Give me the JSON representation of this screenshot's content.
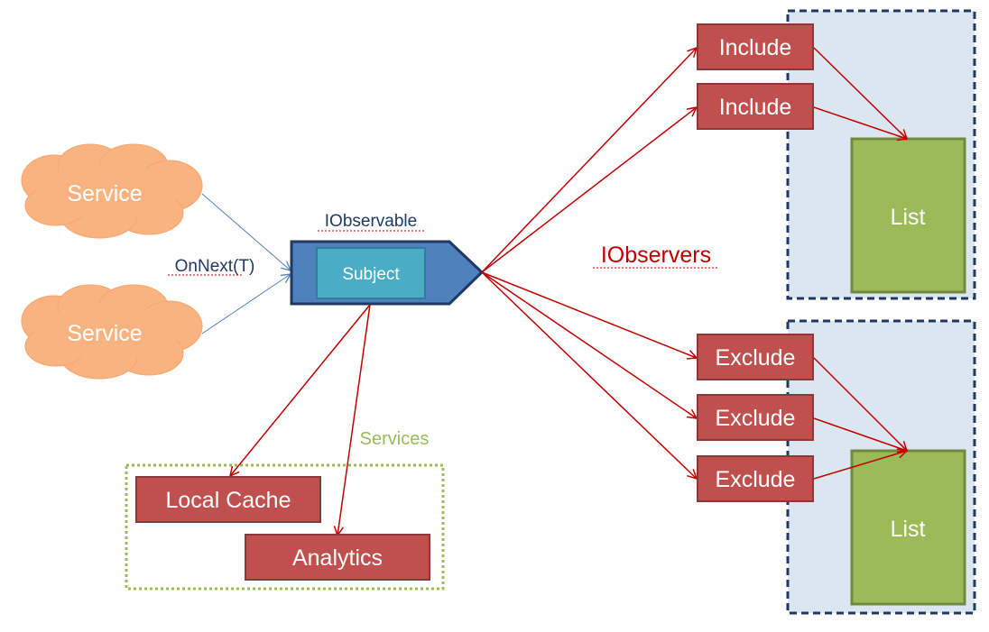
{
  "labels": {
    "iobservable": "IObservable",
    "onnext": "OnNext(T)",
    "iobservers": "IObservers",
    "services_group": "Services"
  },
  "nodes": {
    "service_top": "Service",
    "service_bottom": "Service",
    "subject": "Subject",
    "include_1": "Include",
    "include_2": "Include",
    "exclude_1": "Exclude",
    "exclude_2": "Exclude",
    "exclude_3": "Exclude",
    "list_top": "List",
    "list_bottom": "List",
    "local_cache": "Local Cache",
    "analytics": "Analytics"
  },
  "colors": {
    "cloud_fill": "#f9b380",
    "observable_fill": "#4f81bd",
    "subject_fill": "#4bacc6",
    "observer_fill": "#c0504d",
    "list_fill": "#9bbb59",
    "group_fill": "#dce6f1",
    "group_border": "#1f3864",
    "services_border": "#9bbb59",
    "arrow_red": "#c00000",
    "arrow_blue": "#4f81bd",
    "label_blue": "#1f3864",
    "label_red": "#c00000",
    "label_green": "#9bbb59"
  }
}
